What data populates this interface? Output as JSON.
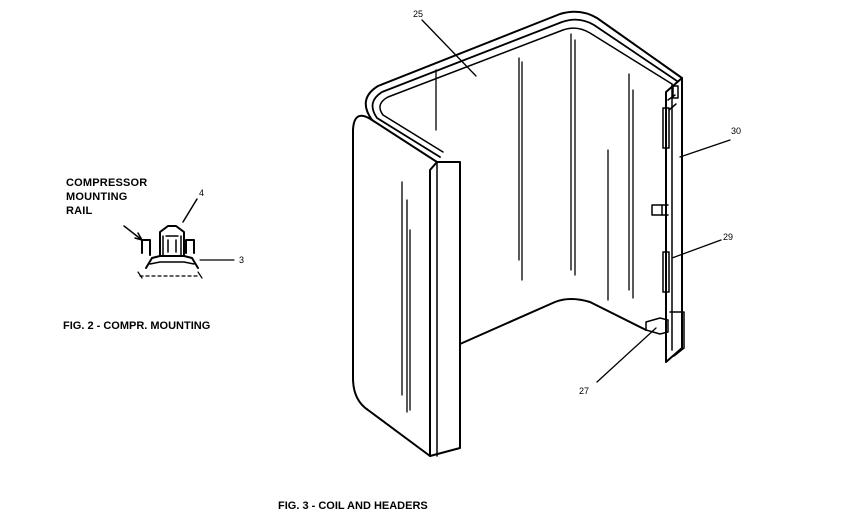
{
  "fig2": {
    "rail_label": [
      "COMPRESSOR",
      "MOUNTING",
      "RAIL"
    ],
    "callouts": {
      "part_4": "4",
      "part_3": "3"
    },
    "caption": "FIG. 2 - COMPR. MOUNTING"
  },
  "fig3": {
    "callouts": {
      "part_25": "25",
      "part_30": "30",
      "part_29": "29",
      "part_27": "27"
    },
    "caption": "FIG. 3 - COIL AND HEADERS"
  }
}
